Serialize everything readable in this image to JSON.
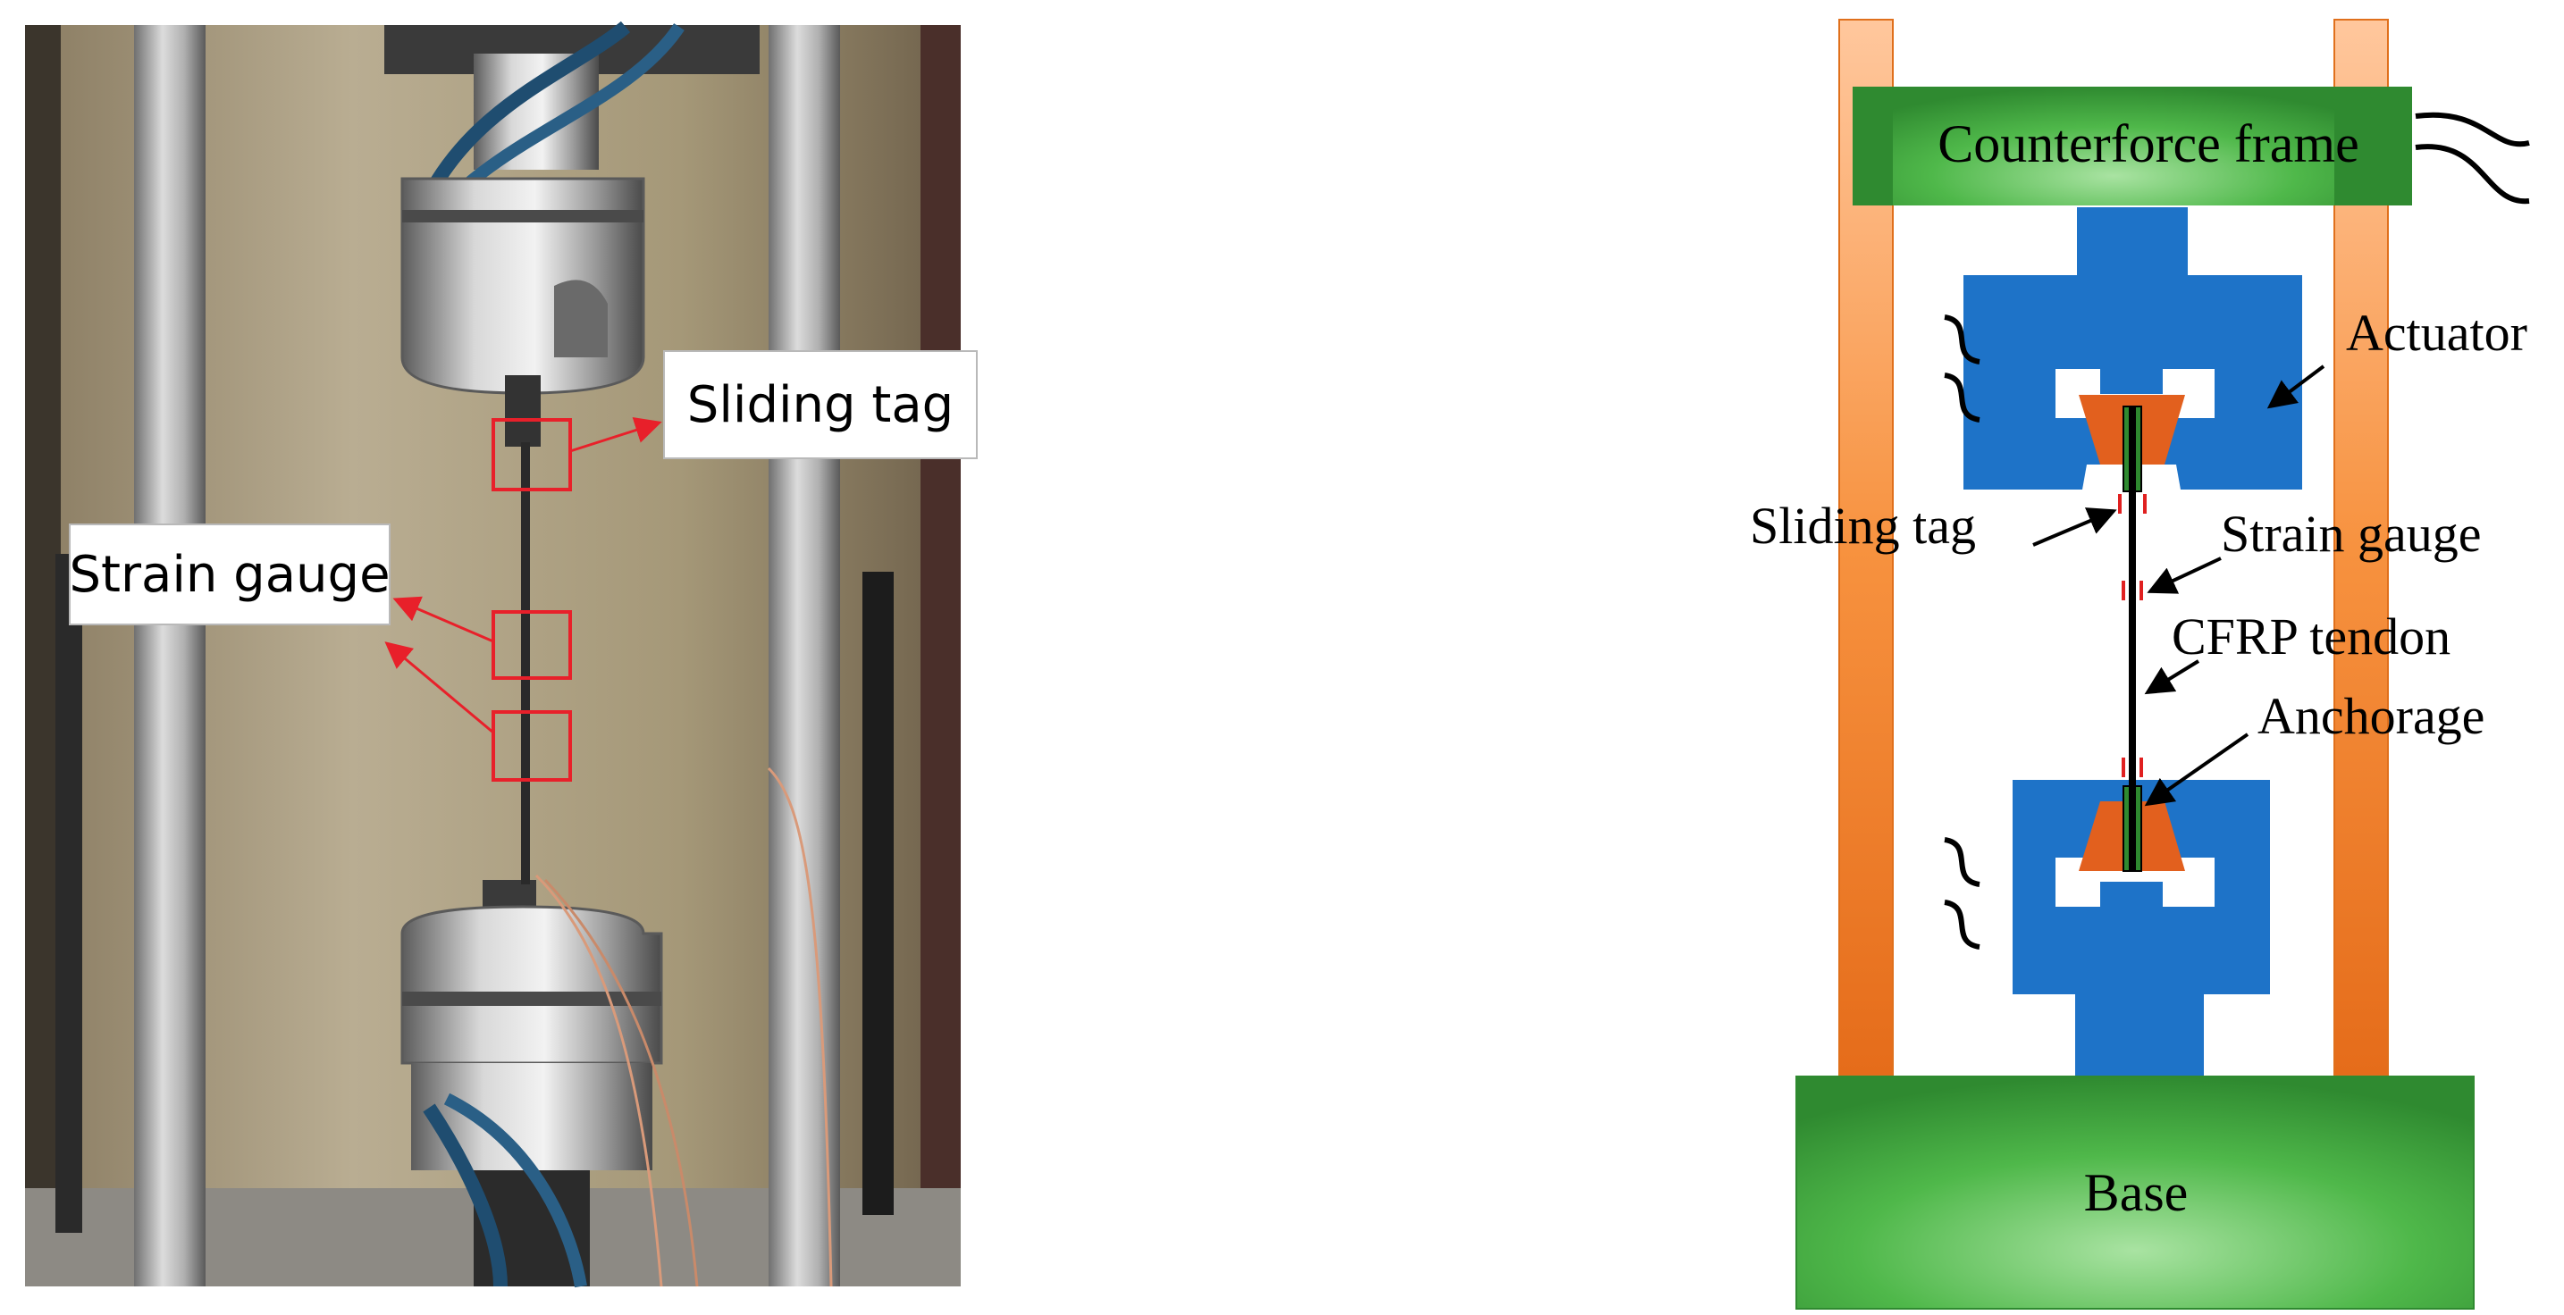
{
  "photo": {
    "sliding_tag_label": "Sliding tag",
    "strain_gauge_label": "Strain gauge",
    "marker_color": "#e8202a"
  },
  "schematic": {
    "counterforce_frame_label": "Counterforce frame",
    "actuator_label": "Actuator",
    "sliding_tag_label": "Sliding tag",
    "strain_gauge_label": "Strain gauge",
    "cfrp_tendon_label": "CFRP tendon",
    "anchorage_label": "Anchorage",
    "base_label": "Base",
    "colors": {
      "frame_green": "#3a9c3a",
      "frame_green_light": "#9fdc9a",
      "column_orange": "#f07e2e",
      "column_orange_light": "#ffd0ad",
      "actuator_blue": "#1e73c8",
      "wedge_orange": "#e2601e",
      "gauge_red": "#e02020"
    }
  }
}
